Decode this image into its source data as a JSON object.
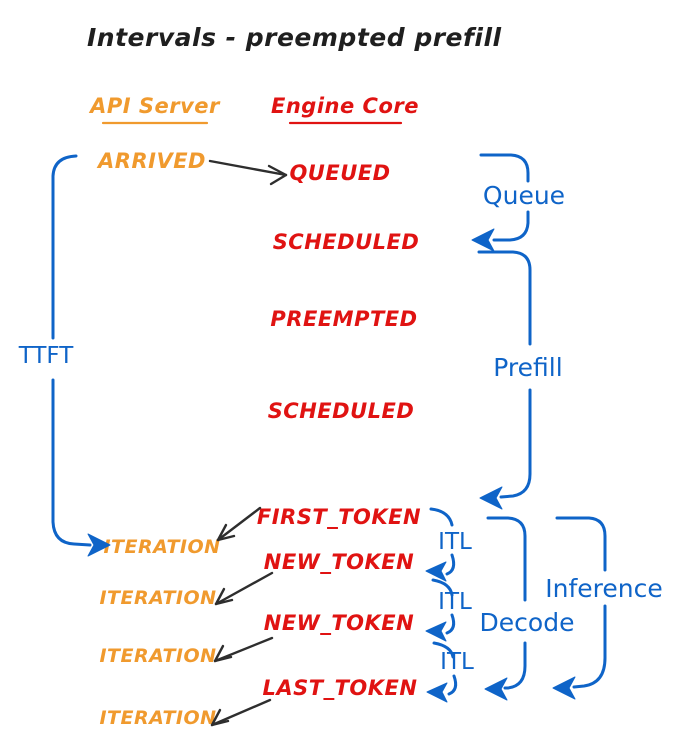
{
  "title": "Intervals - preempted prefill",
  "columns": {
    "api_server": "API Server",
    "engine_core": "Engine Core"
  },
  "api_events": {
    "arrived": "ARRIVED",
    "iteration_1": "ITERATION",
    "iteration_2": "ITERATION",
    "iteration_3": "ITERATION",
    "iteration_4": "ITERATION"
  },
  "engine_events": {
    "queued": "QUEUED",
    "scheduled_1": "SCHEDULED",
    "preempted": "PREEMPTED",
    "scheduled_2": "SCHEDULED",
    "first_token": "FIRST_TOKEN",
    "new_token_1": "NEW_TOKEN",
    "new_token_2": "NEW_TOKEN",
    "last_token": "LAST_TOKEN"
  },
  "intervals": {
    "ttft": "TTFT",
    "queue": "Queue",
    "prefill": "Prefill",
    "itl_1": "ITL",
    "itl_2": "ITL",
    "itl_3": "ITL",
    "decode": "Decode",
    "inference": "Inference"
  },
  "colors": {
    "api_server_orange": "#F09A2E",
    "engine_core_red": "#E01312",
    "interval_blue": "#0F64C8",
    "connector_black": "#2E2E2E",
    "background": "#FFFFFF"
  }
}
